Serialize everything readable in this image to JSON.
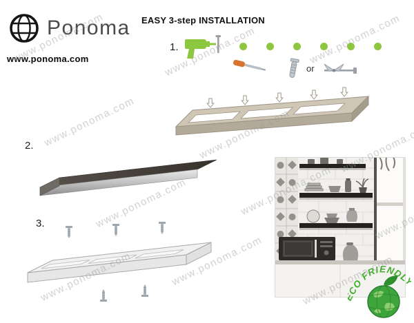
{
  "brand": {
    "name": "Ponoma",
    "website": "www.ponoma.com"
  },
  "header": {
    "title": "EASY 3-step INSTALLATION"
  },
  "steps": {
    "step1_label": "1.",
    "step2_label": "2.",
    "step3_label": "3."
  },
  "step1": {
    "or_label": "or",
    "dot_count": 6,
    "tool_icons": [
      "drill-icon",
      "screwdriver-icon",
      "wall-anchor-icon",
      "toggle-bolt-icon"
    ]
  },
  "watermark": {
    "text": "www.ponoma.com"
  },
  "eco_badge": {
    "label": "ECO FRIENDLY"
  },
  "illustrations": {
    "step1": "mounting-bracket-frame",
    "step2": "floating-shelf",
    "step3": "translucent-shelf-with-screws",
    "photo": "kitchen-floating-shelves-photo"
  },
  "colors": {
    "accent_green": "#8dc63f",
    "eco_green": "#3fae2a",
    "bracket_tan": "#cfc6b6",
    "shelf_dark": "#46413a",
    "watermark_gray": "#9a9a9a"
  }
}
